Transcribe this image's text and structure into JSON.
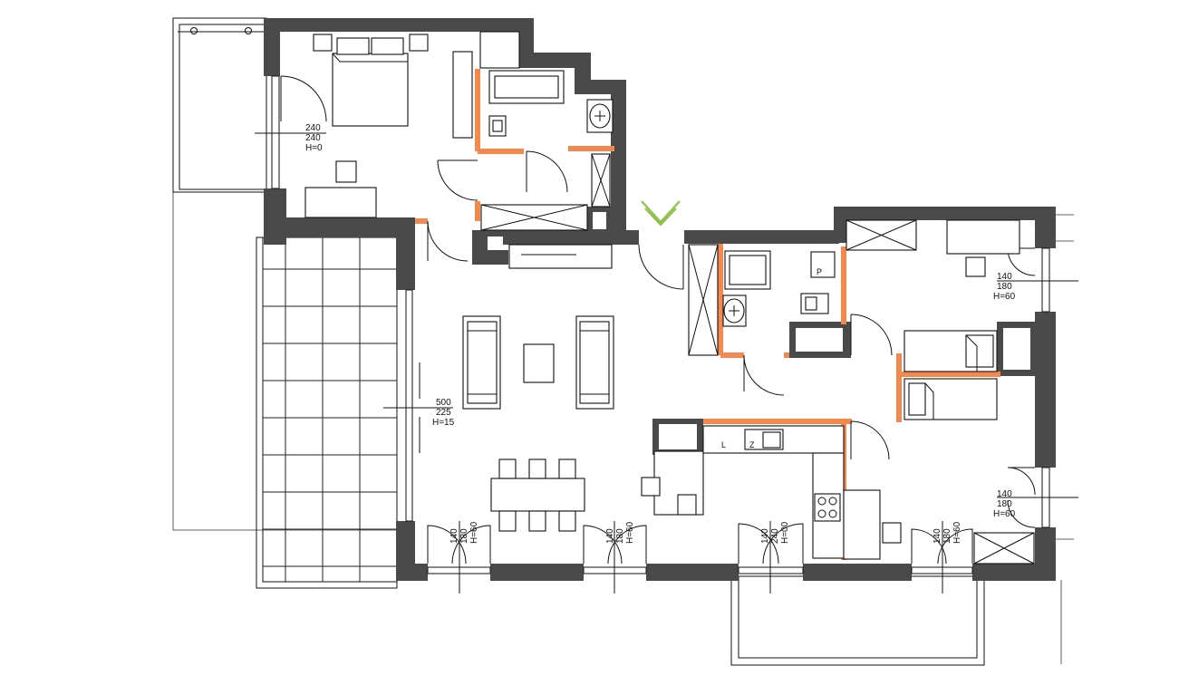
{
  "plan": {
    "window_tags": [
      {
        "id": "w-bedroom-west",
        "lines": [
          "240",
          "240",
          "H=0"
        ]
      },
      {
        "id": "w-living-west",
        "lines": [
          "500",
          "225",
          "H=15"
        ]
      },
      {
        "id": "w-bedroom-east-top",
        "lines": [
          "140",
          "180",
          "H=60"
        ]
      },
      {
        "id": "w-bedroom-east-bottom",
        "lines": [
          "140",
          "180",
          "H=60"
        ]
      },
      {
        "id": "w-south-1",
        "lines": [
          "140",
          "180",
          "H=60"
        ]
      },
      {
        "id": "w-south-2",
        "lines": [
          "140",
          "180",
          "H=60"
        ]
      },
      {
        "id": "w-south-3",
        "lines": [
          "140",
          "240",
          "H=00"
        ]
      },
      {
        "id": "w-south-4",
        "lines": [
          "140",
          "180",
          "H=60"
        ]
      }
    ],
    "fixture_marks": {
      "toilet_tank_mark": "P",
      "kitchen_left": "L",
      "kitchen_right": "Z"
    },
    "colors": {
      "existing_wall": "#4a4a4a",
      "new_partition": "#f4894f",
      "entrance_marker": "#8fc14b"
    },
    "icons": [
      "entrance-arrow-icon",
      "door-swing-icon",
      "bed-icon",
      "sofa-icon",
      "table-icon",
      "bathtub-icon",
      "shower-icon",
      "toilet-icon",
      "washbasin-icon",
      "sink-icon",
      "cooktop-icon"
    ]
  }
}
